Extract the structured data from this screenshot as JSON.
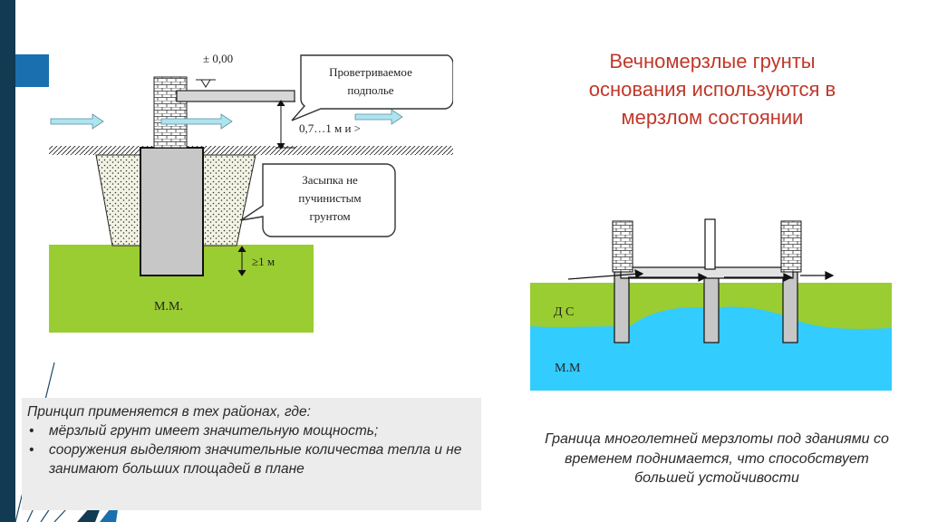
{
  "slide": {
    "title": "Вечномерзлые грунты основания используются в мерзлом состоянии",
    "caption_intro": "Принцип применяется в тех районах, где:",
    "caption_bullets": [
      "мёрзлый грунт имеет значительную мощность;",
      "сооружения выделяют значительные количества тепла и не занимают больших площадей в плане"
    ],
    "bullet_symbol": "•",
    "right_caption": "Граница многолетней мерзлоты под зданиями со временем поднимается, что способствует большей устойчивости"
  },
  "left_diagram": {
    "level_mark": "± 0,00",
    "callout_top": [
      "Проветриваемое",
      "подполье"
    ],
    "height_label": "0,7…1 м и >",
    "callout_bottom": [
      "Засыпка не",
      "пучинистым",
      "грунтом"
    ],
    "depth_label": "≥1 м",
    "soil_label": "М.М."
  },
  "right_diagram": {
    "active_layer_label": "Д С",
    "soil_label": "М.М"
  },
  "colors": {
    "accent_title": "#c0382a",
    "dark_band": "#123a52",
    "blue_tab": "#1a6fae",
    "soil_green": "#9acd32",
    "water_cyan": "#33ccff",
    "arrow_fill": "#aee4f0"
  }
}
